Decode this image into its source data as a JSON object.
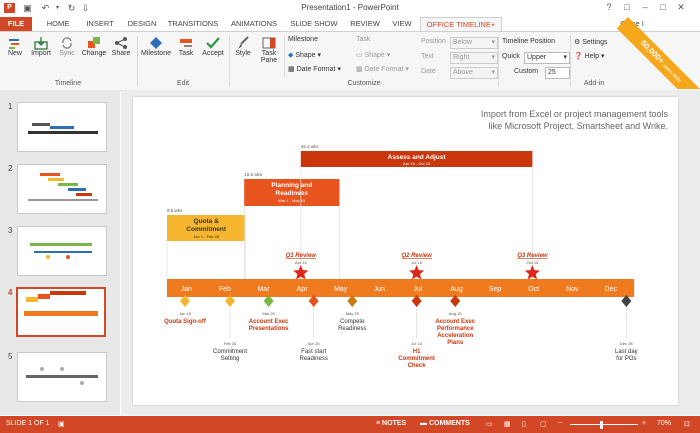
{
  "window": {
    "title": "Presentation1 - PowerPoint",
    "controls": [
      "?",
      "□",
      "–",
      "□",
      "✕"
    ]
  },
  "tabs": [
    {
      "label": "FILE",
      "kind": "file"
    },
    {
      "label": "HOME"
    },
    {
      "label": "INSERT"
    },
    {
      "label": "DESIGN"
    },
    {
      "label": "TRANSITIONS"
    },
    {
      "label": "ANIMATIONS"
    },
    {
      "label": "SLIDE SHOW"
    },
    {
      "label": "REVIEW"
    },
    {
      "label": "VIEW"
    },
    {
      "label": "OFFICE TIMELINE+",
      "kind": "active"
    }
  ],
  "account": {
    "label": "Office I"
  },
  "promo": {
    "text": "50,000+",
    "subtext": "users daily"
  },
  "ribbon": {
    "timeline": {
      "group_label": "Timeline",
      "buttons": [
        "New",
        "Import",
        "Sync",
        "Change",
        "Share"
      ]
    },
    "edit": {
      "group_label": "Edit",
      "buttons": [
        "Milestone",
        "Task",
        "Accept"
      ]
    },
    "customize": {
      "group_label": "Customize",
      "style": "Style",
      "task_pane_1": "Task",
      "task_pane_2": "Pane",
      "milestone_title": "Milestone",
      "milestone_shape": "Shape",
      "milestone_date": "Date Format",
      "task_title": "Task",
      "task_shape": "Shape",
      "task_date": "Date Format",
      "position_label": "Position",
      "text_label": "Text",
      "date_label": "Date",
      "position_value": "Below",
      "text_value": "Right",
      "date_value": "Above"
    },
    "timeline_position": {
      "title": "Timeline Position",
      "quick_label": "Quick",
      "quick_value": "Upper",
      "custom_label": "Custom",
      "custom_value": "25"
    },
    "addin": {
      "group_label": "Add-in",
      "settings": "Settings",
      "help": "Help"
    }
  },
  "slides_pane": {
    "numbers": [
      "1",
      "2",
      "3",
      "4",
      "5"
    ],
    "selected": 3
  },
  "slide": {
    "header_line1": "Import from Excel or project management tools",
    "header_line2": "like Microsoft Project, Smartsheet and Wrike.",
    "tasks": [
      {
        "duration": "8.6 wks",
        "title": "Quota &",
        "title2": "Commitment",
        "dates": "Jan 1 - Feb 28",
        "color": "#f6b630",
        "textcolor": "#333"
      },
      {
        "duration": "10.8 wks",
        "title": "Planning and",
        "title2": "Readiness",
        "dates": "Mar 1 - May 15",
        "color": "#e8541e",
        "textcolor": "#fff"
      },
      {
        "duration": "26.4 wks",
        "title": "Assess and Adjust",
        "title2": "",
        "dates": "Apr 15 - Oct 15",
        "color": "#c9370c",
        "textcolor": "#fff"
      }
    ],
    "reviews": [
      {
        "label": "Q1 Review",
        "date": "Apr 15"
      },
      {
        "label": "Q2 Review",
        "date": "Jul 15"
      },
      {
        "label": "Q3 Review",
        "date": "Oct 15"
      }
    ],
    "months": [
      "Jan",
      "Feb",
      "Mar",
      "Apr",
      "May",
      "Jun",
      "Jul",
      "Aug",
      "Sep",
      "Oct",
      "Nov",
      "Dec"
    ],
    "milestones": [
      {
        "date": "Jan 15",
        "label": "Quota Sign-off",
        "color": "#f6b630",
        "labelcolor": "#c9370c"
      },
      {
        "date": "Feb 20",
        "label": "Commitment",
        "label2": "Setting",
        "color": "#f6b630",
        "labelcolor": "#333"
      },
      {
        "date": "Mar 20",
        "label": "Account Exec",
        "label2": "Presentations",
        "color": "#7ab648",
        "labelcolor": "#c9370c"
      },
      {
        "date": "Apr 25",
        "label": "Fast start",
        "label2": "Readiness",
        "color": "#e8541e",
        "labelcolor": "#333"
      },
      {
        "date": "May 25",
        "label": "Compete",
        "label2": "Readiness",
        "color": "#c97a12",
        "labelcolor": "#333"
      },
      {
        "date": "Jul 15",
        "label": "H1",
        "label2": "Commitment",
        "label3": "Check",
        "color": "#c9370c",
        "labelcolor": "#c9370c"
      },
      {
        "date": "Aug 15",
        "label": "Account Exec",
        "label2": "Performance",
        "label3": "Acceleration",
        "label4": "Plans",
        "color": "#c9370c",
        "labelcolor": "#c9370c"
      },
      {
        "date": "Dec 28",
        "label": "Last day",
        "label2": "for POs",
        "color": "#444444",
        "labelcolor": "#333"
      }
    ]
  },
  "status": {
    "slide_of": "SLIDE 1 OF 1",
    "notes": "NOTES",
    "comments": "COMMENTS",
    "zoom": "70%"
  }
}
